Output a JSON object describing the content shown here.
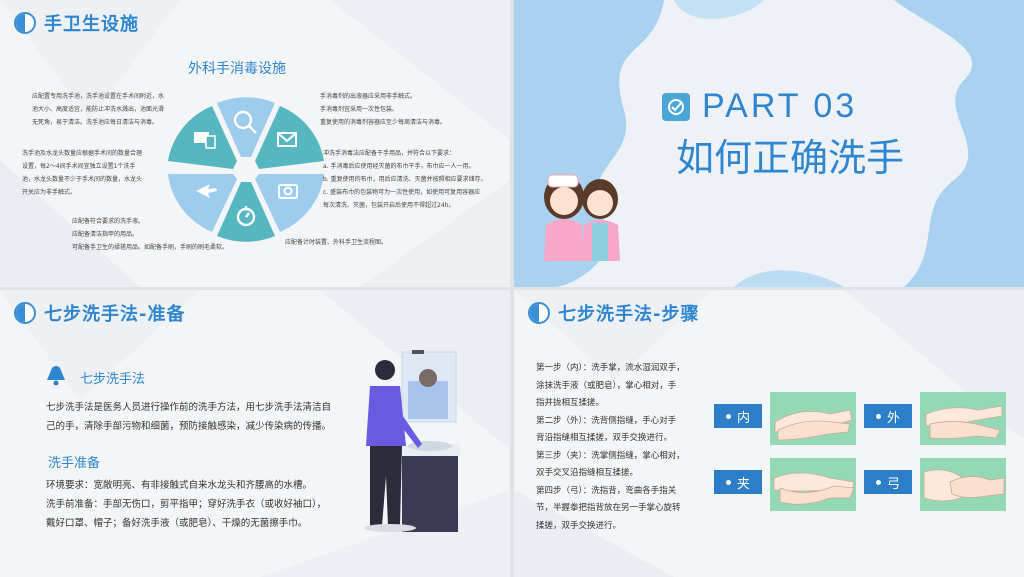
{
  "slide1": {
    "header_title": "手卫生设施",
    "subtitle": "外科手消毒设施",
    "left_top": [
      "应配置专用洗手池，洗手池设置在手术间附近，水",
      "池大小、高度适宜，能防止冲洗水溅出，池面光滑",
      "无死角，易于清洁。洗手池应每日清洁与消毒。"
    ],
    "left_mid": [
      "洗手池及水龙头数量应根据手术间的数量合理",
      "设置，每2～4间手术间宜独立设置1个洗手",
      "池，水龙头数量不少于手术间的数量，水龙头",
      "开关应为非手触式。"
    ],
    "bottom_left": [
      "应配备符合要求的洗手液。",
      "应配备清洁指甲的用品。",
      "可配备手卫生的揉搓用品。如配备手刷，手刷的刷毛柔软。"
    ],
    "right_top": [
      "手消毒剂的出液器应采用非手触式。",
      "手消毒剂宜采用一次性包装。",
      "重复使用的消毒剂容器应至少每周清洁与消毒。"
    ],
    "right_mid": [
      "冲洗手消毒法应配备干手用品，并符合以下要求：",
      "a. 手消毒后应使用经灭菌的布巾干手，布巾应一人一用。",
      "b. 重复使用的布巾，用后应清洗、灭菌并按照相应要求储存。",
      "c. 盛装布巾的包装物可为一次性使用，如使用可复用容器应",
      "每次清洗、灭菌，包装开启后使用不得超过24h。"
    ],
    "bottom_right": "应配备计时装置、外科手卫生流程图。",
    "wheel_icons": [
      "search-icon",
      "mail-icon",
      "camera-icon",
      "stopwatch-icon",
      "airplane-icon",
      "devices-icon"
    ],
    "wheel_colors": {
      "light": "#9dccec",
      "dark": "#56b7c0"
    }
  },
  "slide2": {
    "part_label": "PART  03",
    "title": "如何正确洗手"
  },
  "slide3": {
    "header_title": "七步洗手法-准备",
    "section_title": "七步洗手法",
    "intro": [
      "七步洗手法是医务人员进行操作前的洗手方法，用七步洗手法清洁自",
      "己的手，清除手部污物和细菌，预防接触感染，减少传染病的传播。"
    ],
    "prep_title": "洗手准备",
    "prep_lines": [
      "环境要求：宽敞明亮、有非接触式自来水龙头和齐腰高的水槽。",
      "洗手前准备：手部无伤口，剪平指甲；穿好洗手衣（或收好袖口），",
      "戴好口罩、帽子；备好洗手液（或肥皂）、干燥的无菌擦手巾。"
    ]
  },
  "slide4": {
    "header_title": "七步洗手法-步骤",
    "steps_text": [
      "第一步（内）：洗手掌，流水湿润双手，",
      "涂抹洗手液（或肥皂），掌心相对，手",
      "指并拢相互揉搓。",
      "第二步（外）：洗背侧指缝，手心对手",
      "背沿指缝相互揉搓，双手交换进行。",
      "第三步（夹）：洗掌侧指缝，掌心相对，",
      "双手交叉沿指缝相互揉搓。",
      "第四步（弓）：洗指背，弯曲各手指关",
      "节，半握拳把指背放在另一手掌心旋转",
      "揉搓，双手交换进行。"
    ],
    "step_labels": [
      "内",
      "外",
      "夹",
      "弓"
    ],
    "accent": "#2b7ec7",
    "hand_bg": "#93d9b6"
  }
}
